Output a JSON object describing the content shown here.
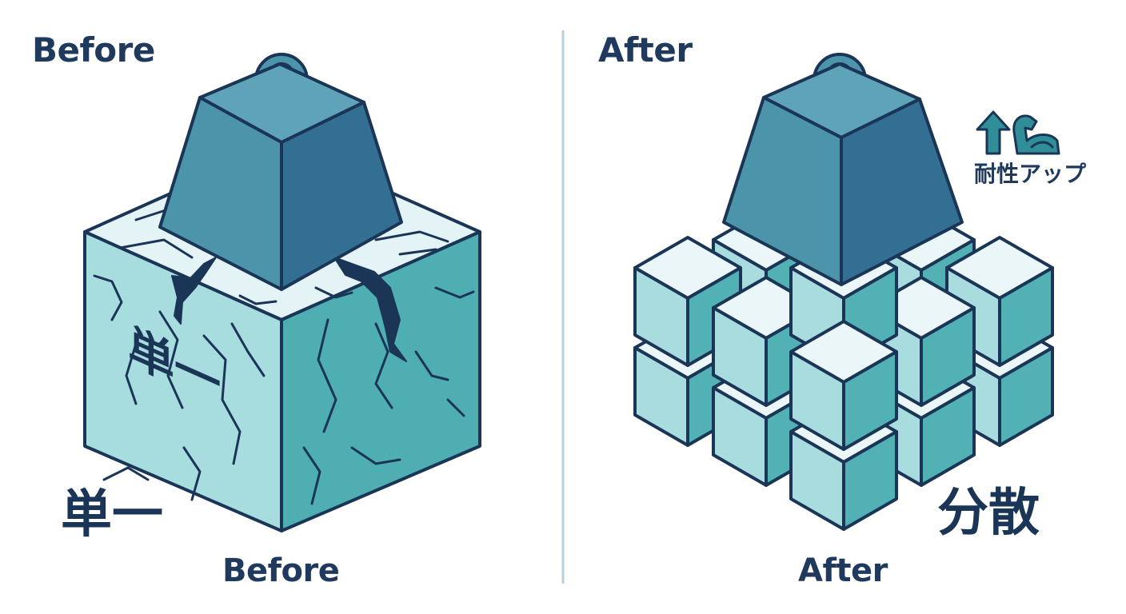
{
  "before": {
    "heading": "Before",
    "block_label": "単一",
    "side_label": "単一",
    "caption": "Before"
  },
  "after": {
    "heading": "After",
    "side_label": "分散",
    "caption": "After",
    "badge_text": "耐性アップ",
    "badge_icons": [
      "arrow-up-icon",
      "flexed-arm-icon"
    ]
  },
  "colors": {
    "outline": "#1a3556",
    "text": "#1f3a5c",
    "weight_left": "#4b94aa",
    "weight_right": "#336f92",
    "ice_top": "#e4f3f6",
    "ice_left": "#a8dde0",
    "ice_right": "#4eaeb2",
    "cube_top": "#eaf6f8",
    "cube_left": "#a9dcdf",
    "cube_right": "#52b1b5",
    "divider": "#b7cedb",
    "icon": "#2f8e98"
  }
}
